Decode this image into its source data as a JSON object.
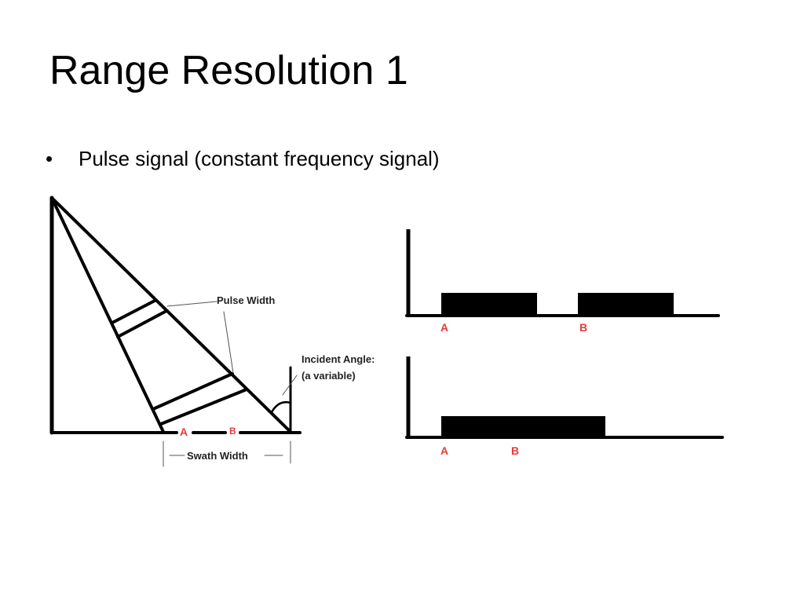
{
  "slide": {
    "title": "Range Resolution 1",
    "bullet_glyph": "•",
    "bullet_text": "Pulse signal (constant frequency signal)"
  },
  "geometry_diagram": {
    "pulse_width_label": "Pulse Width",
    "incident_angle_line1": "Incident Angle:",
    "incident_angle_line2": "(a variable)",
    "swath_width_label": "Swath Width",
    "point_a": "A",
    "point_b": "B"
  },
  "signal_plots": {
    "top_label_a": "A",
    "top_label_b": "B",
    "bottom_label_a": "A",
    "bottom_label_b": "B"
  },
  "colors": {
    "marker_red": "#e83a3a",
    "line_black": "#000000",
    "leader_gray": "#555555"
  }
}
